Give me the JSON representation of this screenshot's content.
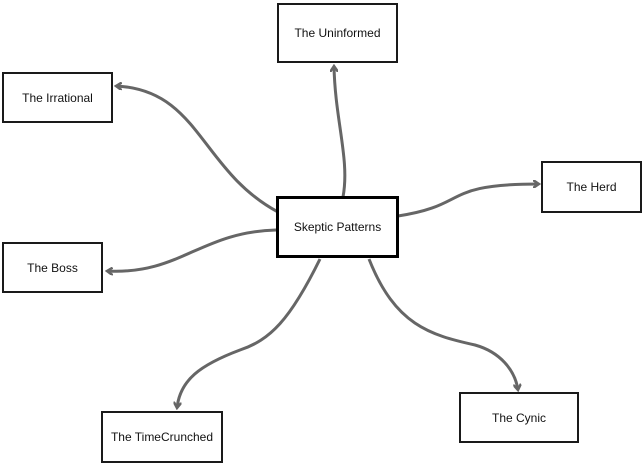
{
  "diagram": {
    "center": {
      "label": "Skeptic Patterns"
    },
    "nodes": [
      {
        "id": "uninformed",
        "label": "The Uninformed"
      },
      {
        "id": "irrational",
        "label": "The Irrational"
      },
      {
        "id": "herd",
        "label": "The Herd"
      },
      {
        "id": "boss",
        "label": "The Boss"
      },
      {
        "id": "timecrunched",
        "label": "The TimeCrunched"
      },
      {
        "id": "cynic",
        "label": "The Cynic"
      }
    ],
    "edge_color": "#666666"
  }
}
